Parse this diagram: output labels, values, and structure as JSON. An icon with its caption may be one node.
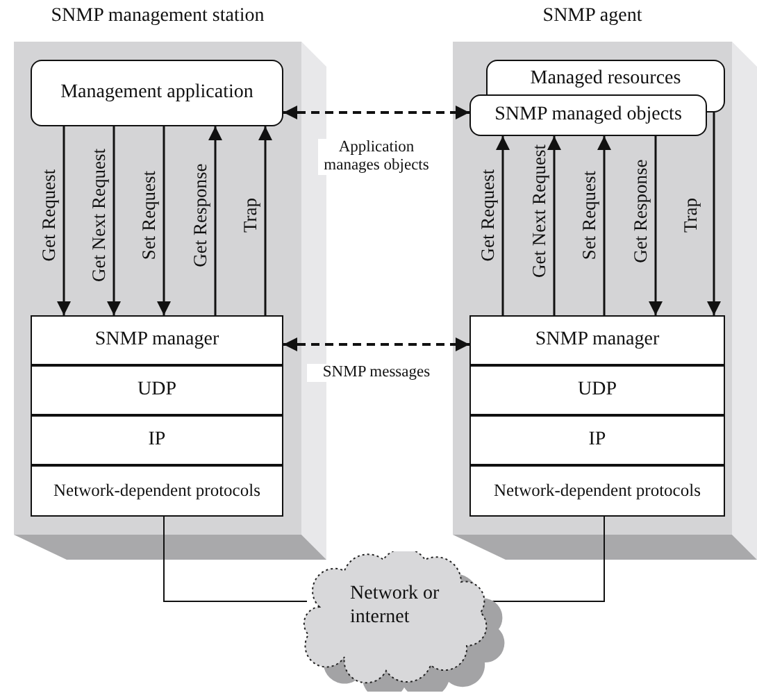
{
  "diagram": {
    "nodes": [
      {
        "text": [
          "SNMP management station"
        ]
      },
      {
        "text": [
          "Management application"
        ],
        "in": 0
      },
      {
        "text": [
          "SNMP manager"
        ],
        "in": 0
      },
      {
        "text": [
          "UDP"
        ],
        "in": 0
      },
      {
        "text": [
          "IP"
        ],
        "in": 0
      },
      {
        "text": [
          "Network-dependent protocols"
        ],
        "in": 0
      },
      {
        "text": [
          "SNMP agent"
        ]
      },
      {
        "text": [
          "Managed resources"
        ],
        "in": 6
      },
      {
        "text": [
          "SNMP managed objects"
        ],
        "in": 6
      },
      {
        "text": [
          "SNMP manager"
        ],
        "in": 6
      },
      {
        "text": [
          "UDP"
        ],
        "in": 6
      },
      {
        "text": [
          "IP"
        ],
        "in": 6
      },
      {
        "text": [
          "Network-dependent protocols"
        ],
        "in": 6
      },
      {
        "text": [
          "Network or internet"
        ]
      }
    ],
    "edges": [
      {
        "from": 1,
        "to": 2,
        "arrow": "to",
        "label": "Get Request"
      },
      {
        "from": 1,
        "to": 2,
        "arrow": "to",
        "label": "Get Next Request"
      },
      {
        "from": 1,
        "to": 2,
        "arrow": "to",
        "label": "Set Request"
      },
      {
        "from": 2,
        "to": 1,
        "arrow": "to",
        "label": "Get Response"
      },
      {
        "from": 2,
        "to": 1,
        "arrow": "to",
        "label": "Trap"
      },
      {
        "from": 9,
        "to": 8,
        "arrow": "to",
        "label": "Get Request"
      },
      {
        "from": 9,
        "to": 8,
        "arrow": "to",
        "label": "Get Next Request"
      },
      {
        "from": 9,
        "to": 8,
        "arrow": "to",
        "label": "Set Request"
      },
      {
        "from": 8,
        "to": 9,
        "arrow": "to",
        "label": "Get Response"
      },
      {
        "from": 7,
        "to": 9,
        "arrow": "to",
        "label": "Trap"
      },
      {
        "from": 1,
        "to": 8,
        "arrow": "both",
        "label": "Application manages objects",
        "style": "dashed"
      },
      {
        "from": 2,
        "to": 9,
        "arrow": "both",
        "label": "SNMP messages",
        "style": "dashed"
      },
      {
        "from": 5,
        "to": 13,
        "arrow": "none"
      },
      {
        "from": 12,
        "to": 13,
        "arrow": "none"
      }
    ]
  }
}
